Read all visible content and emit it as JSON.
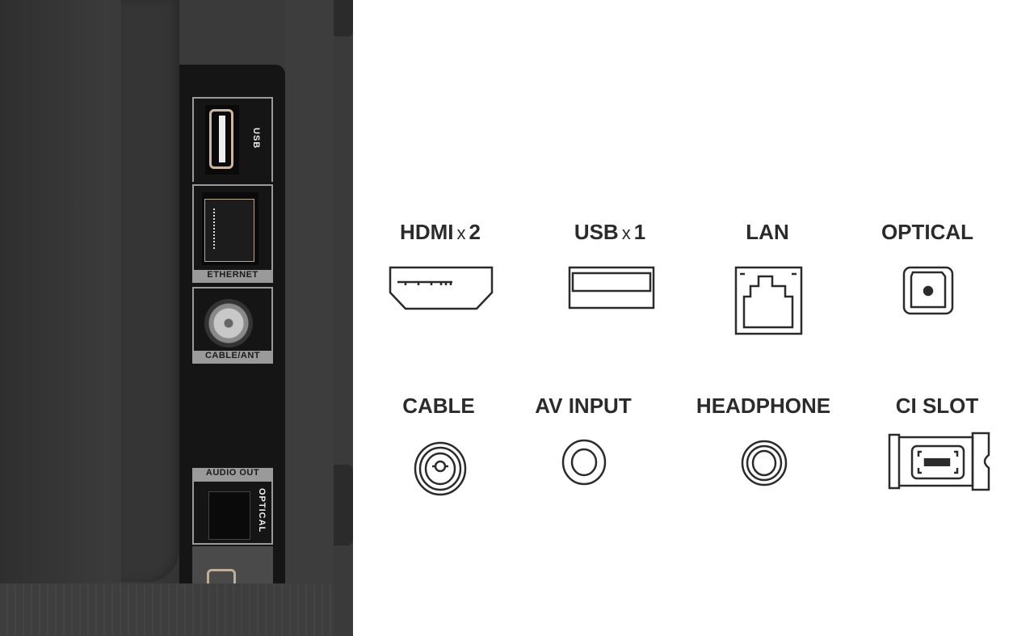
{
  "tv_panel": {
    "usb_label": "USB",
    "ethernet_label": "ETHERNET",
    "cable_ant_label": "CABLE/ANT",
    "audio_out_label": "AUDIO OUT",
    "optical_label": "OPTICAL"
  },
  "ports": [
    {
      "name": "HDMI",
      "x": "x",
      "count": "2",
      "icon": "hdmi-icon"
    },
    {
      "name": "USB",
      "x": "x",
      "count": "1",
      "icon": "usb-icon"
    },
    {
      "name": "LAN",
      "icon": "lan-icon"
    },
    {
      "name": "OPTICAL",
      "icon": "optical-icon"
    },
    {
      "name": "CABLE",
      "icon": "coax-icon"
    },
    {
      "name": "AV INPUT",
      "icon": "av-jack-icon"
    },
    {
      "name": "HEADPHONE",
      "icon": "headphone-jack-icon"
    },
    {
      "name": "CI SLOT",
      "icon": "ci-card-icon"
    }
  ],
  "colors": {
    "tv_body": "#3a3a3a",
    "panel": "#151515",
    "icon": "#2b2b2b"
  }
}
